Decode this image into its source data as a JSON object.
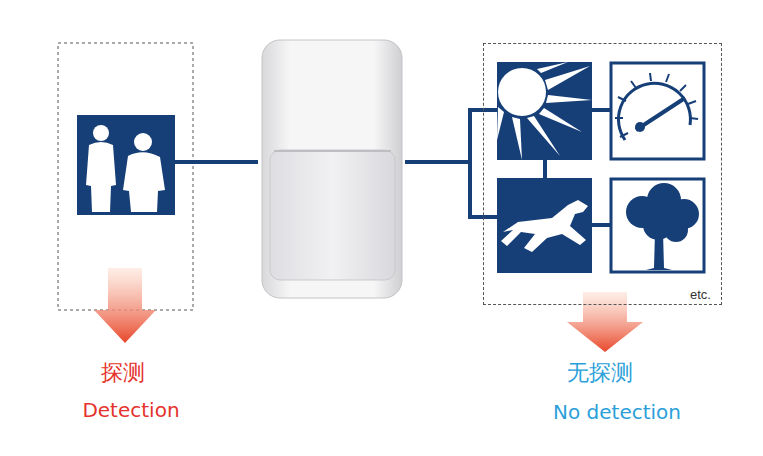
{
  "diagram": {
    "nodes": [
      {
        "text": [
          "etc."
        ]
      }
    ],
    "labels": [
      "探测",
      "Detection",
      "无探测",
      "No detection"
    ]
  }
}
